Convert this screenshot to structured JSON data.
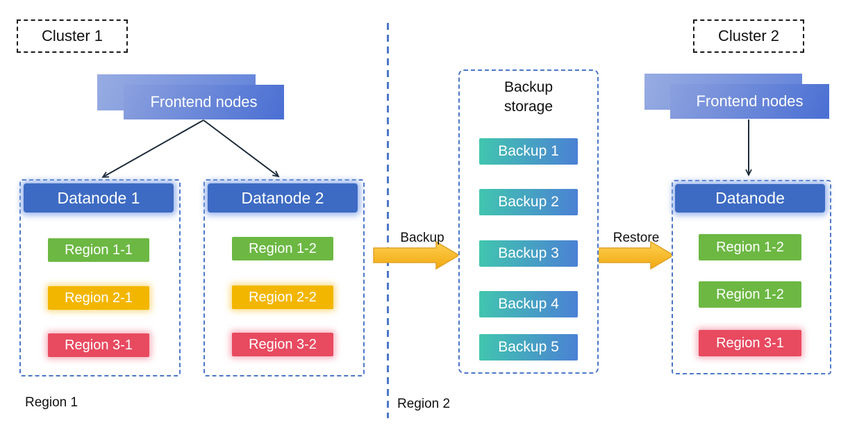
{
  "cluster1": {
    "title": "Cluster 1",
    "frontend_label": "Frontend nodes",
    "datanodes": [
      {
        "title": "Datanode 1",
        "regions": [
          {
            "label": "Region 1-1",
            "color": "green"
          },
          {
            "label": "Region 2-1",
            "color": "yellow"
          },
          {
            "label": "Region 3-1",
            "color": "red"
          }
        ]
      },
      {
        "title": "Datanode 2",
        "regions": [
          {
            "label": "Region 1-2",
            "color": "green"
          },
          {
            "label": "Region 2-2",
            "color": "yellow"
          },
          {
            "label": "Region 3-2",
            "color": "red"
          }
        ]
      }
    ]
  },
  "backup_storage": {
    "title": "Backup storage",
    "items": [
      "Backup 1",
      "Backup 2",
      "Backup 3",
      "Backup 4",
      "Backup 5"
    ]
  },
  "cluster2": {
    "title": "Cluster 2",
    "frontend_label": "Frontend nodes",
    "datanode": {
      "title": "Datanode",
      "regions": [
        {
          "label": "Region 1-2",
          "color": "green"
        },
        {
          "label": "Region 1-2",
          "color": "green"
        },
        {
          "label": "Region 3-1",
          "color": "red"
        }
      ]
    }
  },
  "arrows": {
    "backup_label": "Backup",
    "restore_label": "Restore"
  },
  "footer": {
    "region1_label": "Region 1",
    "region2_label": "Region 2"
  },
  "colors": {
    "dashed_border_blue": "#4C77C8",
    "datanode_header_blue": "#3D6BC3",
    "region_green": "#6CB843",
    "region_yellow": "#F3B600",
    "region_red": "#E84A60",
    "frontend_gradient_start": "#8BA0DE",
    "frontend_gradient_end": "#4A6FD3",
    "backup_gradient_start": "#41C6AE",
    "backup_gradient_end": "#4B80D5",
    "block_arrow_gold": "#F5B32A",
    "connector_dark": "#1C2B3A"
  }
}
